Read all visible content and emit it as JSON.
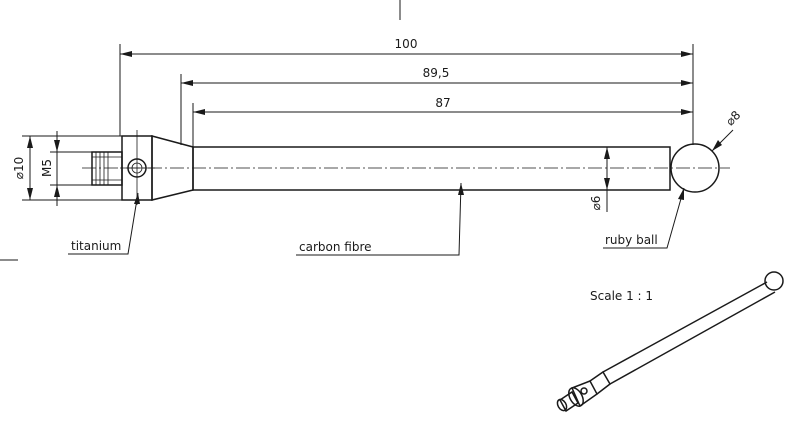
{
  "dimensions": {
    "overall_length": "100",
    "length_2": "89,5",
    "length_3": "87",
    "thread_dia": "⌀10",
    "thread": "M5",
    "stem_dia": "⌀6",
    "ball_dia": "⌀8"
  },
  "labels": {
    "titanium": "titanium",
    "carbon_fibre": "carbon fibre",
    "ruby_ball": "ruby ball"
  },
  "scale_note": "Scale 1 : 1"
}
